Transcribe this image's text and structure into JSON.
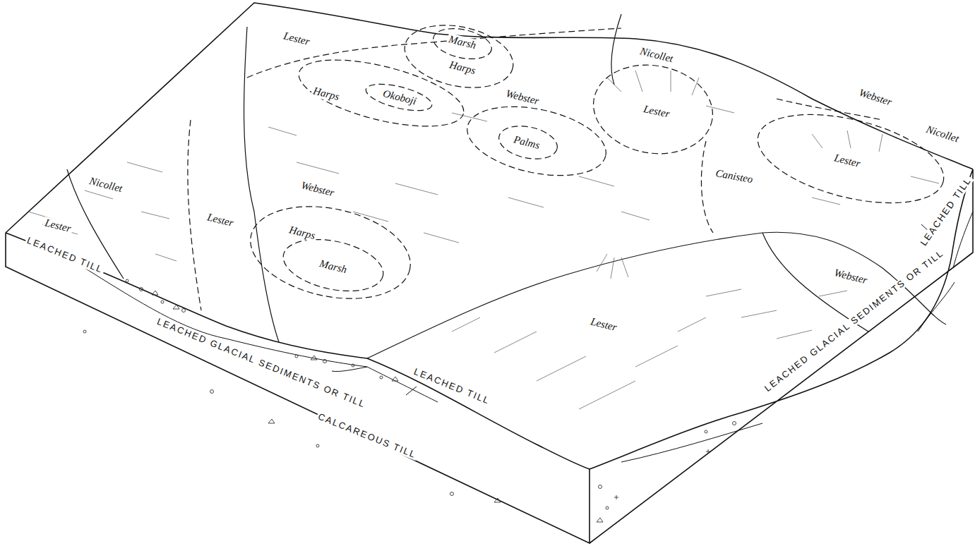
{
  "diagram": {
    "labels": [
      "Lester",
      "Nicollet",
      "Marsh",
      "Harps",
      "Harps",
      "Okoboji",
      "Webster",
      "Lester",
      "Webster",
      "Nicollet",
      "Nicollet",
      "Lester",
      "Lester",
      "Webster",
      "Palms",
      "Canisteo",
      "Lester",
      "Harps",
      "Marsh",
      "Webster",
      "Lester",
      "LEACHED TILL",
      "LEACHED GLACIAL SEDIMENTS OR TILL",
      "LEACHED TILL",
      "CALCAREOUS TILL",
      "LEACHED GLACIAL SEDIMENTS OR TILL",
      "LEACHED TILL"
    ]
  }
}
